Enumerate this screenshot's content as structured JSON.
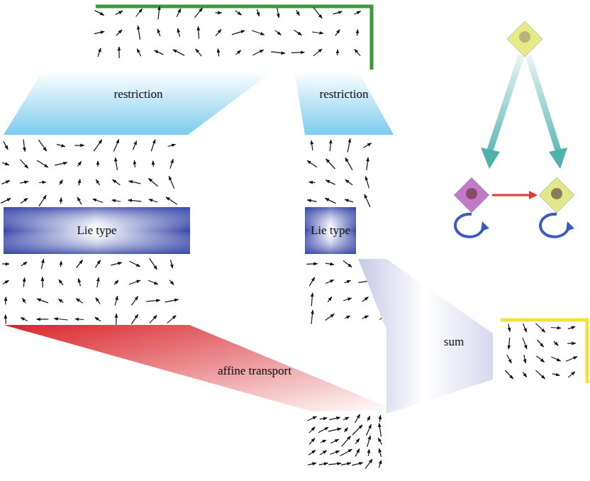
{
  "diagram": {
    "nodes": [
      {
        "text": [
          "restriction"
        ]
      },
      {
        "text": [
          "restriction"
        ]
      },
      {
        "text": [
          "Lie type"
        ]
      },
      {
        "text": [
          "Lie type"
        ]
      },
      {
        "text": [
          "affine transport"
        ]
      },
      {
        "text": [
          "sum"
        ]
      }
    ]
  }
}
